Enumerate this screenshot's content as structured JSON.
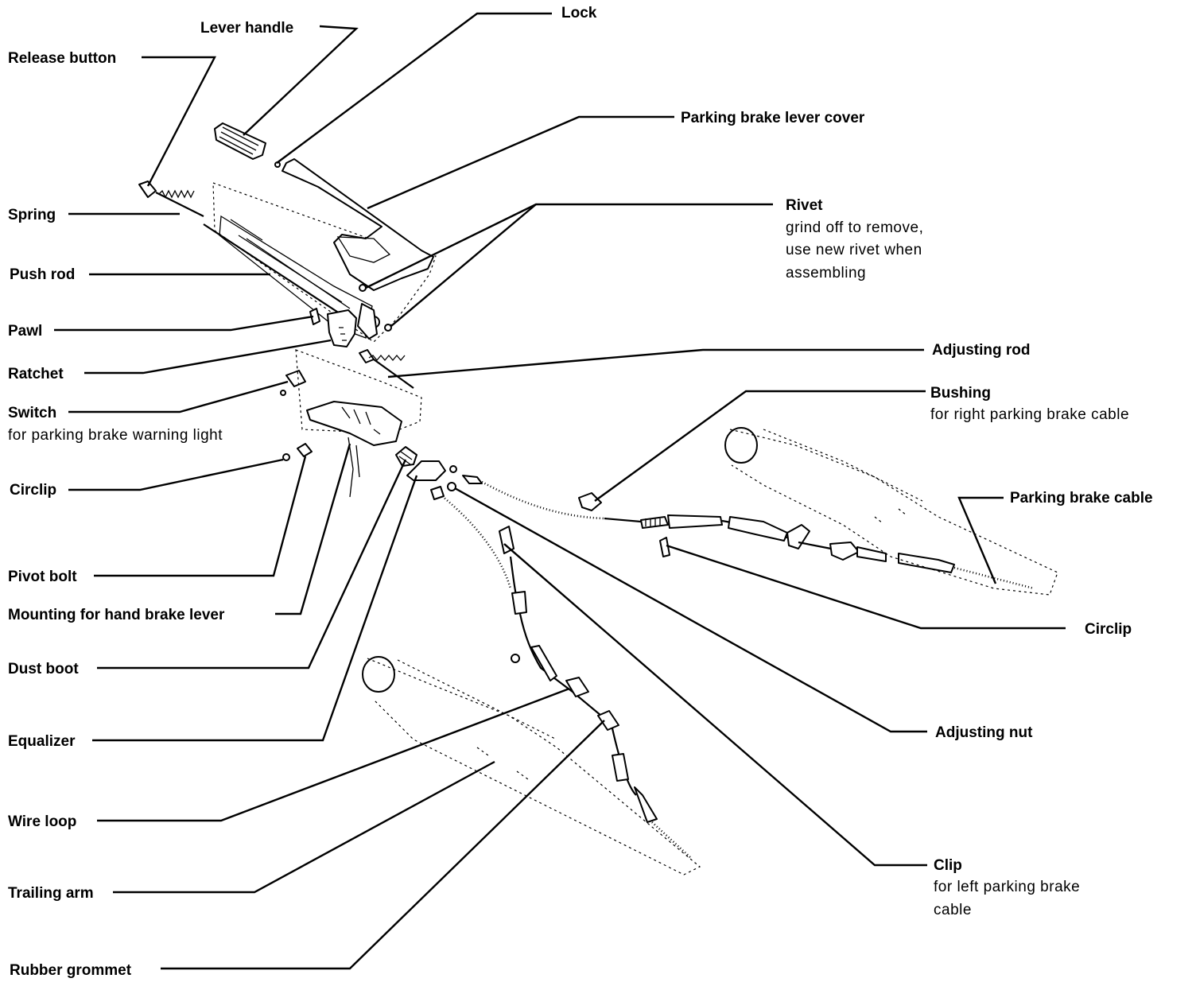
{
  "labels": {
    "lever_handle": "Lever handle",
    "lock": "Lock",
    "release_button": "Release button",
    "parking_brake_lever_cover": "Parking brake lever cover",
    "spring": "Spring",
    "rivet": "Rivet",
    "rivet_note_1": "grind off to remove,",
    "rivet_note_2": "use new rivet when",
    "rivet_note_3": "assembling",
    "push_rod": "Push rod",
    "pawl": "Pawl",
    "adjusting_rod": "Adjusting rod",
    "ratchet": "Ratchet",
    "bushing": "Bushing",
    "bushing_note": "for right parking brake cable",
    "switch": "Switch",
    "switch_note": "for parking brake warning light",
    "circlip_left": "Circlip",
    "parking_brake_cable": "Parking brake cable",
    "pivot_bolt": "Pivot bolt",
    "mounting_hand_brake_lever": "Mounting for hand brake lever",
    "circlip_right": "Circlip",
    "dust_boot": "Dust boot",
    "adjusting_nut": "Adjusting nut",
    "equalizer": "Equalizer",
    "wire_loop": "Wire loop",
    "clip": "Clip",
    "clip_note_1": "for left parking brake",
    "clip_note_2": "cable",
    "trailing_arm": "Trailing arm",
    "rubber_grommet": "Rubber grommet"
  }
}
